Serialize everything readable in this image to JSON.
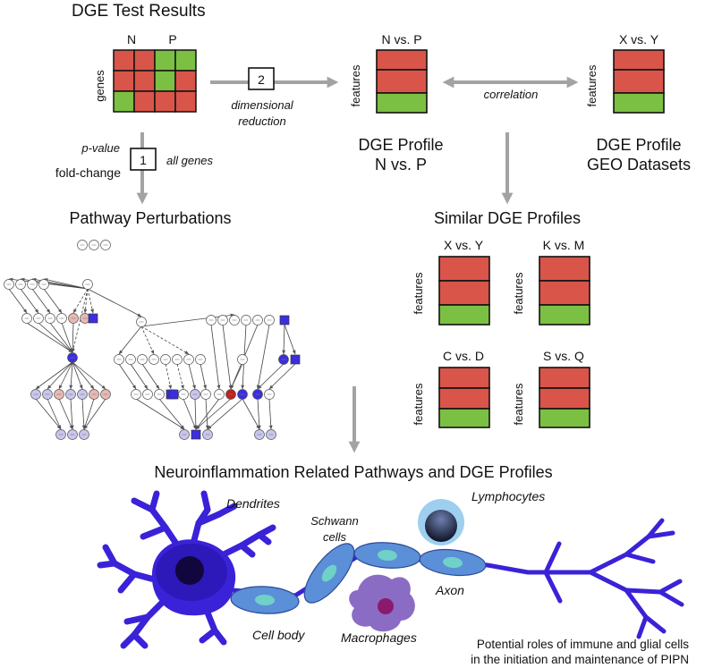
{
  "titles": {
    "dge_test_results": "DGE Test Results",
    "pathway_perturbations": "Pathway Perturbations",
    "similar_dge_profiles": "Similar DGE Profiles",
    "neuro_title": "Neuroinflammation Related Pathways and DGE Profiles"
  },
  "matrix": {
    "col_n": "N",
    "col_p": "P",
    "row_label": "genes",
    "cells": [
      [
        "red",
        "red",
        "green",
        "green"
      ],
      [
        "red",
        "red",
        "green",
        "red"
      ],
      [
        "green",
        "red",
        "red",
        "red"
      ]
    ]
  },
  "step2": {
    "number": "2",
    "label_line1": "dimensional",
    "label_line2": "reduction"
  },
  "step1": {
    "number": "1",
    "pvalue": "p-value",
    "foldchange": "fold-change",
    "all_genes": "all genes"
  },
  "profile_np": {
    "header": "N vs. P",
    "axis": "features",
    "caption_line1": "DGE Profile",
    "caption_line2": "N vs. P"
  },
  "profile_geo": {
    "header": "X vs. Y",
    "axis": "features",
    "caption_line1": "DGE Profile",
    "caption_line2": "GEO Datasets"
  },
  "correlation_label": "correlation",
  "similar_profiles": [
    {
      "header": "X vs. Y",
      "axis": "features"
    },
    {
      "header": "K vs. M",
      "axis": "features"
    },
    {
      "header": "C vs. D",
      "axis": "features"
    },
    {
      "header": "S vs. Q",
      "axis": "features"
    }
  ],
  "cell_labels": {
    "dendrites": "Dendrites",
    "schwann_line1": "Schwann",
    "schwann_line2": "cells",
    "lymphocytes": "Lymphocytes",
    "axon": "Axon",
    "cell_body": "Cell body",
    "macrophages": "Macrophages"
  },
  "footnote": {
    "line1": "Potential roles of immune and glial cells",
    "line2": "in the initiation and maintenance of PIPN"
  },
  "colors": {
    "red": "#d9554a",
    "green": "#7cc043",
    "arrow": "#a3a3a3",
    "neuron": "#3a22d8",
    "schwann": "#5b8fd8",
    "macrophage": "#8a6cc4",
    "node_blue": "#3b2ee0",
    "node_red": "#c0201c",
    "node_pink": "#e8b9b4",
    "node_lavender": "#c9c6ee"
  }
}
